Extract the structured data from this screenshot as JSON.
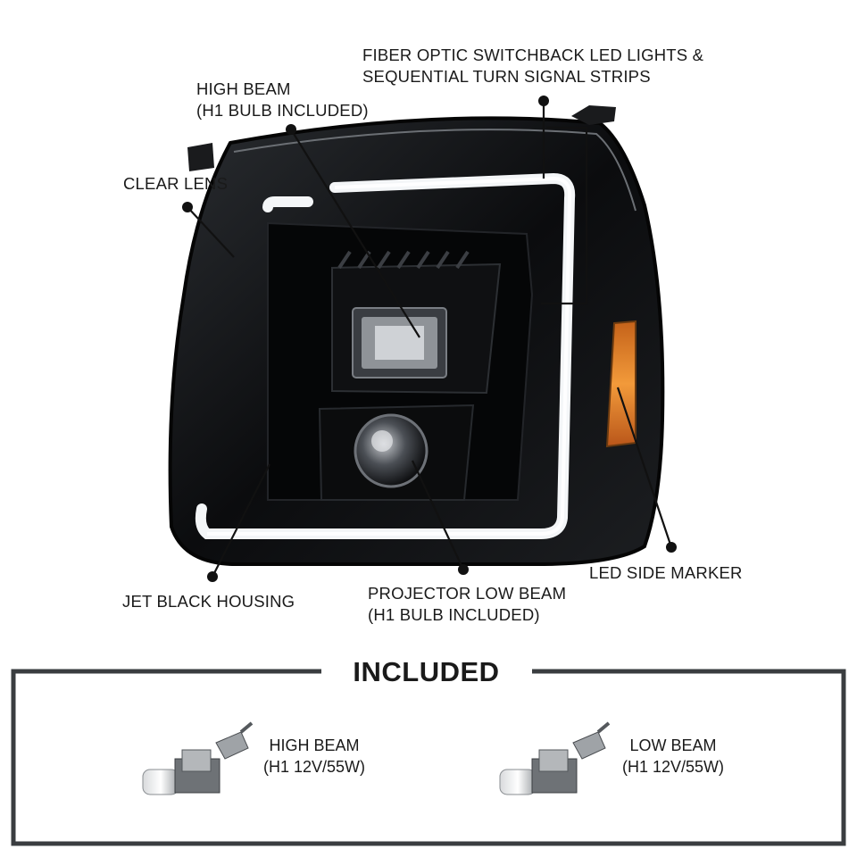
{
  "callouts": {
    "high_beam": [
      "HIGH BEAM",
      "(H1 BULB INCLUDED)"
    ],
    "fiber_optic": [
      "FIBER OPTIC SWITCHBACK LED LIGHTS &",
      "SEQUENTIAL TURN SIGNAL STRIPS"
    ],
    "clear_lens": "CLEAR LENS",
    "jet_black_housing": "JET BLACK HOUSING",
    "projector_low_beam": [
      "PROJECTOR LOW BEAM",
      "(H1 BULB INCLUDED)"
    ],
    "led_side_marker": "LED SIDE MARKER"
  },
  "included": {
    "title": "INCLUDED",
    "bulbs": [
      {
        "name": "HIGH BEAM",
        "spec": "(H1 12V/55W)"
      },
      {
        "name": "LOW BEAM",
        "spec": "(H1 12V/55W)"
      }
    ]
  },
  "colors": {
    "housing": "#0b0c0e",
    "led_strip": "#f4f6f8",
    "amber_marker": "#e8862a",
    "frame": "#3a3d40",
    "text": "#1a1a1a"
  }
}
